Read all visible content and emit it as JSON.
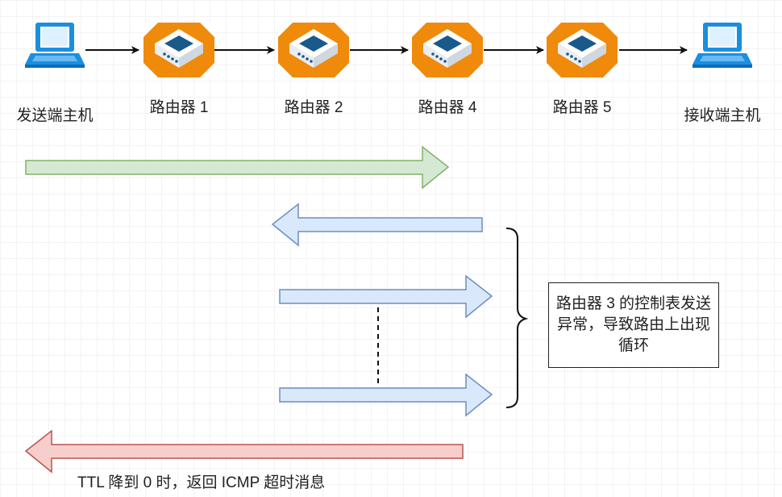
{
  "nodes": {
    "sender": {
      "label": "发送端主机",
      "icon": "computer-icon"
    },
    "router1": {
      "label": "路由器 1",
      "icon": "router-icon"
    },
    "router2": {
      "label": "路由器 2",
      "icon": "router-icon"
    },
    "router4": {
      "label": "路由器 4",
      "icon": "router-icon"
    },
    "router5": {
      "label": "路由器 5",
      "icon": "router-icon"
    },
    "receiver": {
      "label": "接收端主机",
      "icon": "computer-icon"
    }
  },
  "note": {
    "text": "路由器 3 的控制表发送异常，导致路由上出现循环"
  },
  "caption": {
    "text": "TTL 降到 0 时，返回 ICMP 超时消息"
  },
  "colors": {
    "router_orange": "#f08a0a",
    "computer_blue": "#1a8fe0",
    "forward_green_fill": "#d5e8d4",
    "forward_green_stroke": "#82b366",
    "loop_blue_fill": "#dae8fc",
    "loop_blue_stroke": "#6c8ebf",
    "return_red_fill": "#f8cecc",
    "return_red_stroke": "#b85450"
  }
}
